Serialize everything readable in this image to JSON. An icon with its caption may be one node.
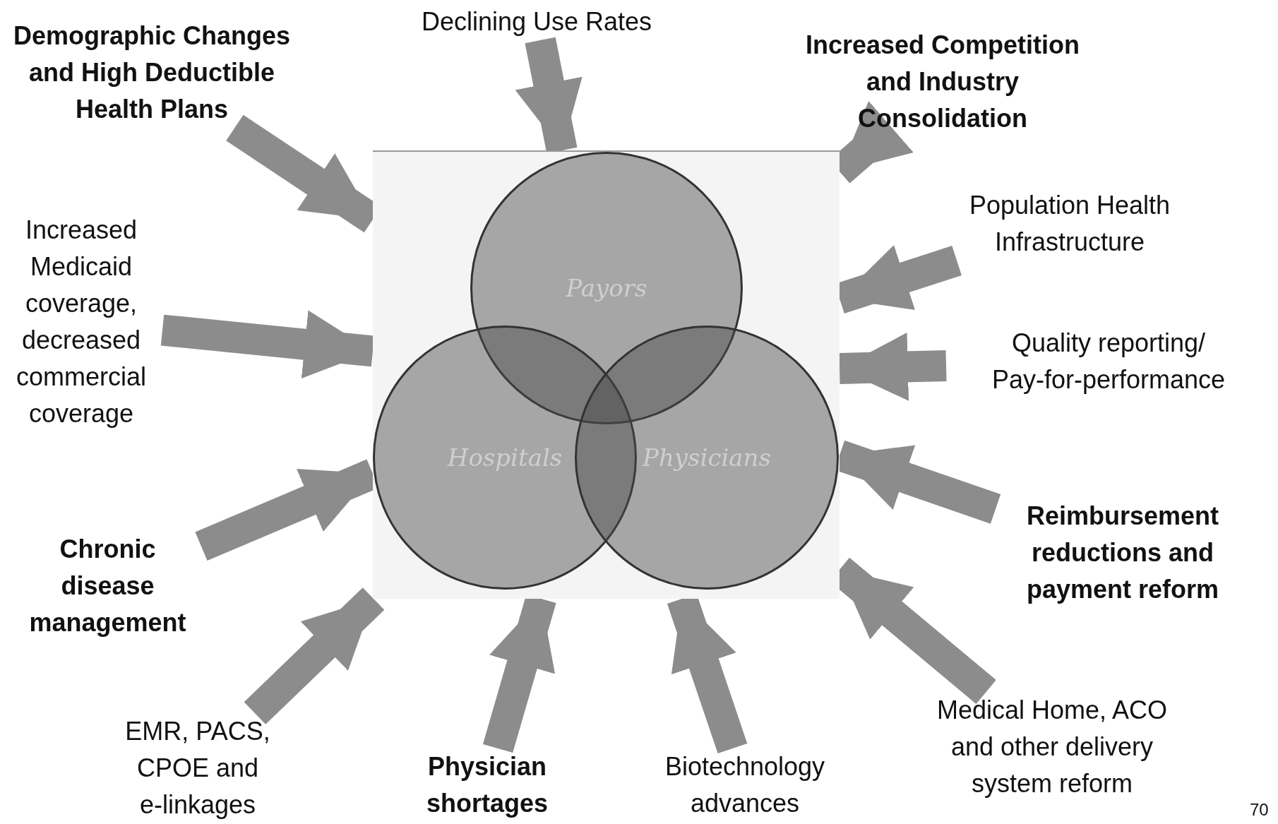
{
  "diagram": {
    "nodes": [
      {
        "text": [],
        "shape": "box"
      },
      {
        "text": [
          "Payors"
        ],
        "in": 0
      },
      {
        "text": [
          "Hospitals"
        ],
        "in": 0
      },
      {
        "text": [
          "Physicians"
        ],
        "in": 0
      },
      {
        "text": [
          "Demographic Changes and High Deductible Health Plans"
        ]
      },
      {
        "text": [
          "Declining Use Rates"
        ]
      },
      {
        "text": [
          "Increased Competition and Industry Consolidation"
        ]
      },
      {
        "text": [
          "Increased Medicaid coverage, decreased commercial coverage"
        ]
      },
      {
        "text": [
          "Population Health Infrastructure"
        ]
      },
      {
        "text": [
          "Quality reporting/ Pay-for-performance"
        ]
      },
      {
        "text": [
          "Chronic disease management"
        ]
      },
      {
        "text": [
          "Reimbursement reductions and payment reform"
        ]
      },
      {
        "text": [
          "EMR, PACS, CPOE and e-linkages"
        ]
      },
      {
        "text": [
          "Physician shortages"
        ]
      },
      {
        "text": [
          "Biotechnology advances"
        ]
      },
      {
        "text": [
          "Medical Home, ACO and other delivery system reform"
        ]
      }
    ],
    "edges": [
      {
        "from": 4,
        "to": 0,
        "arrow": "to"
      },
      {
        "from": 5,
        "to": 0,
        "arrow": "to"
      },
      {
        "from": 6,
        "to": 0,
        "arrow": "to"
      },
      {
        "from": 7,
        "to": 0,
        "arrow": "to"
      },
      {
        "from": 8,
        "to": 0,
        "arrow": "to"
      },
      {
        "from": 9,
        "to": 0,
        "arrow": "to"
      },
      {
        "from": 10,
        "to": 0,
        "arrow": "to"
      },
      {
        "from": 11,
        "to": 0,
        "arrow": "to"
      },
      {
        "from": 12,
        "to": 0,
        "arrow": "to"
      },
      {
        "from": 13,
        "to": 0,
        "arrow": "to"
      },
      {
        "from": 14,
        "to": 0,
        "arrow": "to"
      },
      {
        "from": 15,
        "to": 0,
        "arrow": "to"
      }
    ],
    "labels": [
      "70"
    ]
  }
}
